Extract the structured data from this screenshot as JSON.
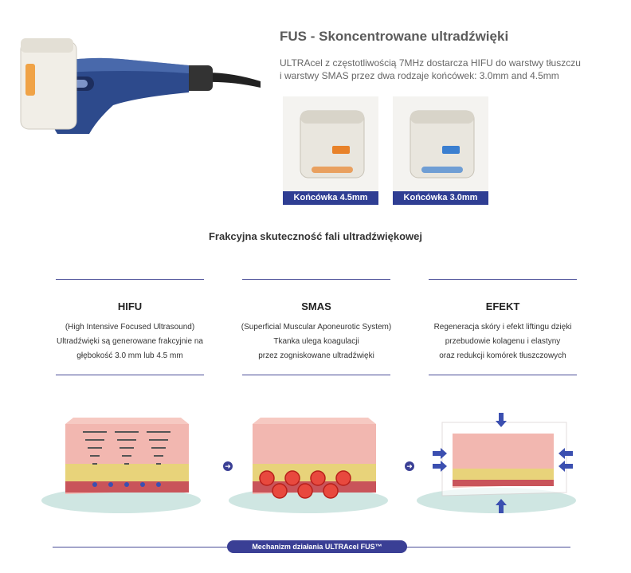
{
  "header": {
    "title": "FUS - Skoncentrowane ultradźwięki",
    "intro_line1": "ULTRAcel z częstotliwością 7MHz dostarcza HIFU do warstwy tłuszczu",
    "intro_line2": "i warstwy SMAS przez dwa rodzaje końcówek: 3.0mm and 4.5mm"
  },
  "cartridges": [
    {
      "caption": "Końcówka 4.5mm",
      "accent": "#e8822a"
    },
    {
      "caption": "Końcówka 3.0mm",
      "accent": "#3b7fd0"
    }
  ],
  "section_title": "Frakcyjna skuteczność fali ultradźwiękowej",
  "columns": [
    {
      "title": "HIFU",
      "lines": [
        "(High Intensive Focused Ultrasound)",
        "Ultradźwięki są generowane frakcyjnie na",
        "głębokość 3.0 mm lub 4.5 mm"
      ]
    },
    {
      "title": "SMAS",
      "lines": [
        "(Superficial Muscular Aponeurotic System)",
        "Tkanka ulega koagulacji",
        "przez zogniskowane ultradźwięki"
      ]
    },
    {
      "title": "EFEKT",
      "lines": [
        "Regeneracja skóry i efekt liftingu dzięki",
        "przebudowie kolagenu i elastyny",
        "oraz redukcji komórek tłuszczowych"
      ]
    }
  ],
  "footer": {
    "badge": "Mechanizm działania ULTRAcel FUS™"
  },
  "colors": {
    "navy": "#2f3e93",
    "skin": "#f2b7b0",
    "fat": "#e8d37a",
    "muscle": "#c9545a"
  }
}
